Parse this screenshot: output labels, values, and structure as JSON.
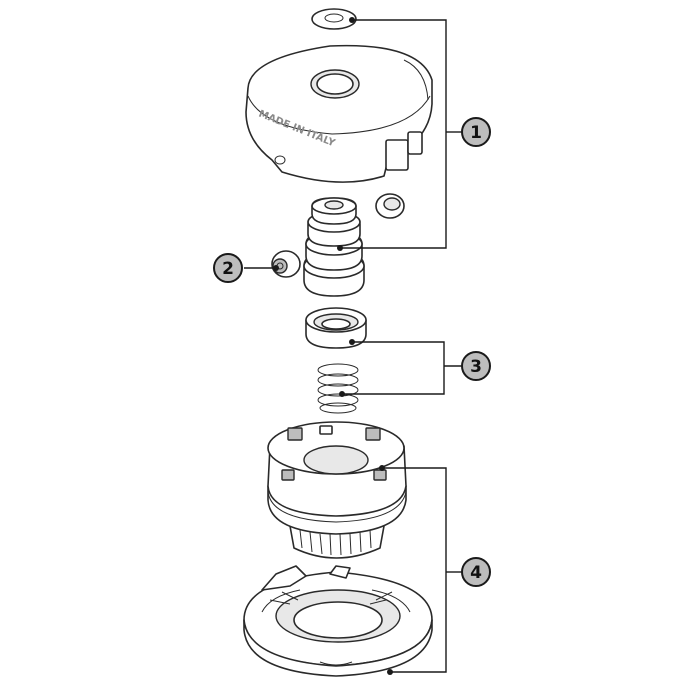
{
  "callouts": [
    {
      "label": "1"
    },
    {
      "label": "2"
    },
    {
      "label": "3"
    },
    {
      "label": "4"
    }
  ],
  "embossed_text": {
    "cover": "MADE IN ITALY"
  },
  "colors": {
    "callout_fill": "#bdbdbd",
    "line": "#2a2a2a"
  }
}
